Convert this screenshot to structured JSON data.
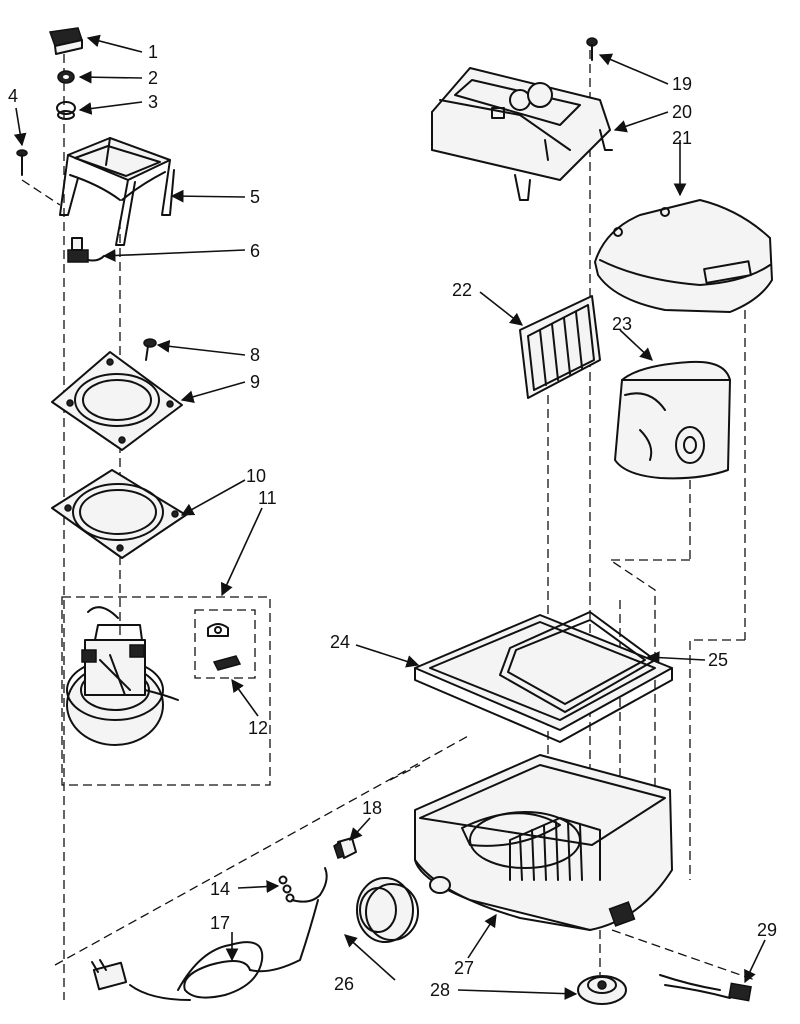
{
  "callouts": [
    "1",
    "2",
    "3",
    "4",
    "5",
    "6",
    "8",
    "9",
    "10",
    "11",
    "12",
    "14",
    "17",
    "18",
    "19",
    "20",
    "21",
    "22",
    "23",
    "24",
    "25",
    "26",
    "27",
    "28",
    "29"
  ]
}
